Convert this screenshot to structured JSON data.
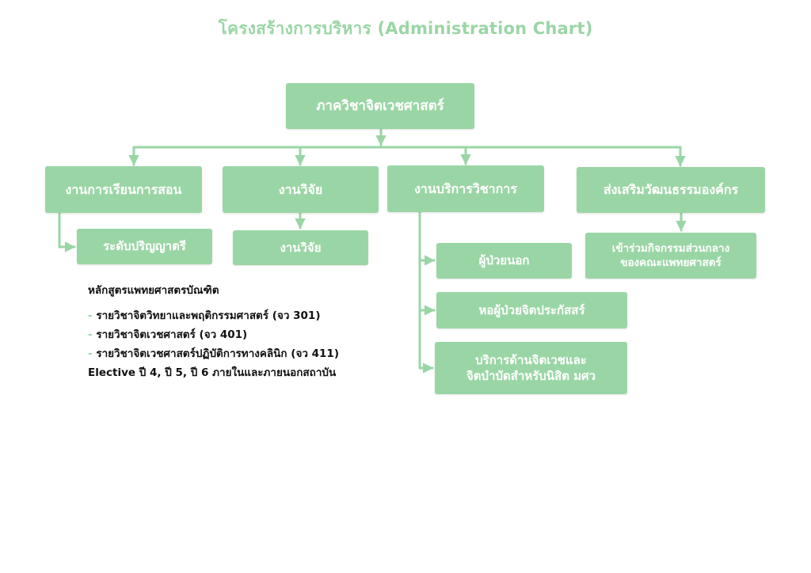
{
  "title": "โครงสร้างการบริหาร (Administration Chart)",
  "theme": {
    "box_color": "#9ad6a5",
    "box_text": "#ffffff",
    "line_color": "#9ad6a5",
    "text_color": "#111111"
  },
  "root": {
    "label": "ภาควิชาจิตเวชศาสตร์"
  },
  "units": [
    {
      "label": "งานการเรียนการสอน",
      "children": [
        "ระดับปริญญาตรี"
      ]
    },
    {
      "label": "งานวิจัย",
      "children": [
        "งานวิจัย"
      ]
    },
    {
      "label": "งานบริการวิชาการ",
      "children": [
        "ผู้ป่วยนอก",
        "หอผู้ป่วยจิตประกัสสร์",
        "บริการด้านจิตเวชและ",
        "จิตบำบัดสำหรับนิสิต มศว"
      ]
    },
    {
      "label": "ส่งเสริมวัฒนธรรมองค์กร",
      "children": [
        "เข้าร่วมกิจกรรมส่วนกลาง",
        "ของคณะแพทยศาสตร์"
      ]
    }
  ],
  "curriculum": {
    "heading": "หลักสูตรแพทยศาสตรบัณฑิต",
    "dash": "-",
    "items": [
      "รายวิชาจิตวิทยาและพฤติกรรมศาสตร์ (จว 301)",
      "รายวิชาจิตเวชศาสตร์ (จว 401)",
      "รายวิชาจิตเวชศาสตร์ปฏิบัติการทางคลินิก (จว 411)"
    ],
    "elective": "Elective ปี 4, ปี 5, ปี 6 ภายในและภายนอกสถาบัน"
  }
}
